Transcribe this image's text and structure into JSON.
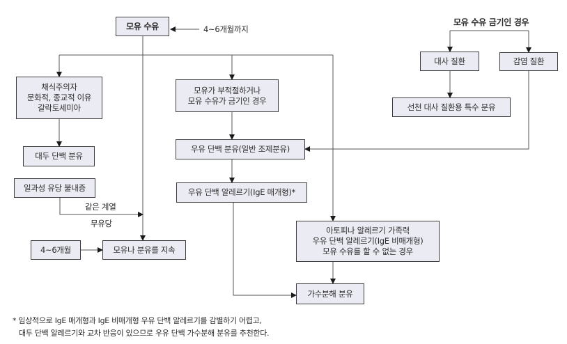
{
  "boxes": {
    "breastfeeding": "모유 수유",
    "diet_reasons": [
      "채식주의자",
      "문화적, 종교적 이유",
      "갈락토세미아"
    ],
    "soy_formula": "대두 단백 분유",
    "lactose_intolerance": "일과성 유당 불내증",
    "age_4_6": "4~6개월",
    "continue_feeding": "모유나 분유를 지속",
    "inadequate_breastmilk": [
      "모유가 부적절하거나",
      "모유 수유가 금기인 경우"
    ],
    "cow_milk_formula": "우유 단백 분유(일반 조제분유)",
    "cow_milk_allergy_ige": "우유 단백 알레르기(IgE 매개형)*",
    "atopy_family": [
      "아토피나 알레르기 가족력",
      "우유 단백 알레르기(IgE 비매개형)",
      "모유 수유를 할 수 없는 경우"
    ],
    "hydrolyzed_formula": "가수분해 분유",
    "metabolic_disease": "대사 질환",
    "infectious_disease": "감염 질환",
    "special_formula": "선천 대사 질환용 특수 분유"
  },
  "labels": {
    "until_4_6_months": "4~6개월까지",
    "contraindication_header": "모유 수유 금기인 경우",
    "same_family": "같은 계열",
    "lactose_free": "무유당"
  },
  "footnote": {
    "line1": "* 임상적으로 IgE 매개형과 IgE 비매개형 우유 단백 알레르기를 감별하기 어렵고,",
    "line2": "대두 단백 알레르기와 교차 반응이 있으므로 우유 단백 가수분해 분유를 추천한다."
  },
  "colors": {
    "box_fill": "#ebebf3",
    "box_border": "#3c3c3c",
    "connector": "#555555",
    "arrowhead": "#1a1a1a"
  }
}
